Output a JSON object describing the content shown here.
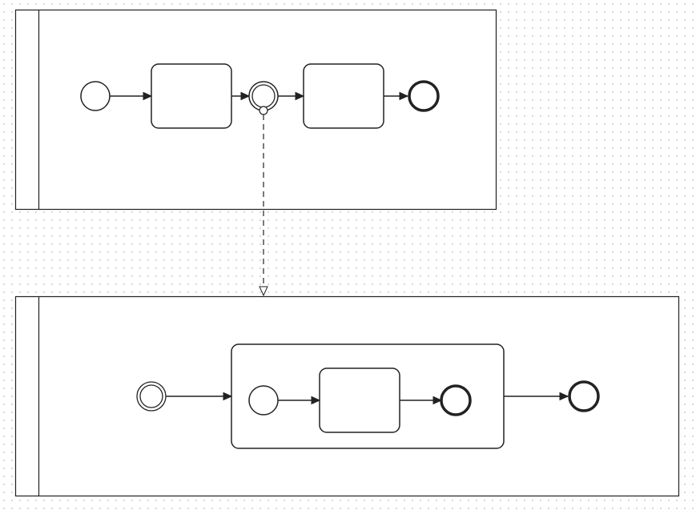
{
  "diagram": {
    "type": "bpmn-collaboration",
    "colors": {
      "stroke": "#222222",
      "fill": "#ffffff",
      "grid_dot": "#cfcfcf",
      "background": "#ffffff"
    },
    "pools": [
      {
        "id": "pool-1",
        "label": "",
        "elements": [
          {
            "id": "p1-start-event",
            "kind": "start-event",
            "label": ""
          },
          {
            "id": "p1-task-1",
            "kind": "task",
            "label": ""
          },
          {
            "id": "p1-intermediate-throw-event",
            "kind": "intermediate-event",
            "label": ""
          },
          {
            "id": "p1-task-2",
            "kind": "task",
            "label": ""
          },
          {
            "id": "p1-end-event",
            "kind": "end-event",
            "label": ""
          }
        ],
        "sequence_flows": [
          [
            "p1-start-event",
            "p1-task-1"
          ],
          [
            "p1-task-1",
            "p1-intermediate-throw-event"
          ],
          [
            "p1-intermediate-throw-event",
            "p1-task-2"
          ],
          [
            "p1-task-2",
            "p1-end-event"
          ]
        ]
      },
      {
        "id": "pool-2",
        "label": "",
        "elements": [
          {
            "id": "p2-start-event",
            "kind": "start-event-double-ring",
            "label": ""
          },
          {
            "id": "p2-subprocess",
            "kind": "expanded-subprocess",
            "label": ""
          },
          {
            "id": "p2-end-event",
            "kind": "end-event",
            "label": ""
          }
        ],
        "subprocess_elements": [
          {
            "id": "sp-start-event",
            "kind": "start-event",
            "label": ""
          },
          {
            "id": "sp-task",
            "kind": "task",
            "label": ""
          },
          {
            "id": "sp-end-event",
            "kind": "end-event",
            "label": ""
          }
        ],
        "sequence_flows": [
          [
            "p2-start-event",
            "p2-subprocess"
          ],
          [
            "sp-start-event",
            "sp-task"
          ],
          [
            "sp-task",
            "sp-end-event"
          ],
          [
            "p2-subprocess",
            "p2-end-event"
          ]
        ]
      }
    ],
    "message_flows": [
      [
        "p1-intermediate-throw-event",
        "pool-2"
      ]
    ]
  }
}
